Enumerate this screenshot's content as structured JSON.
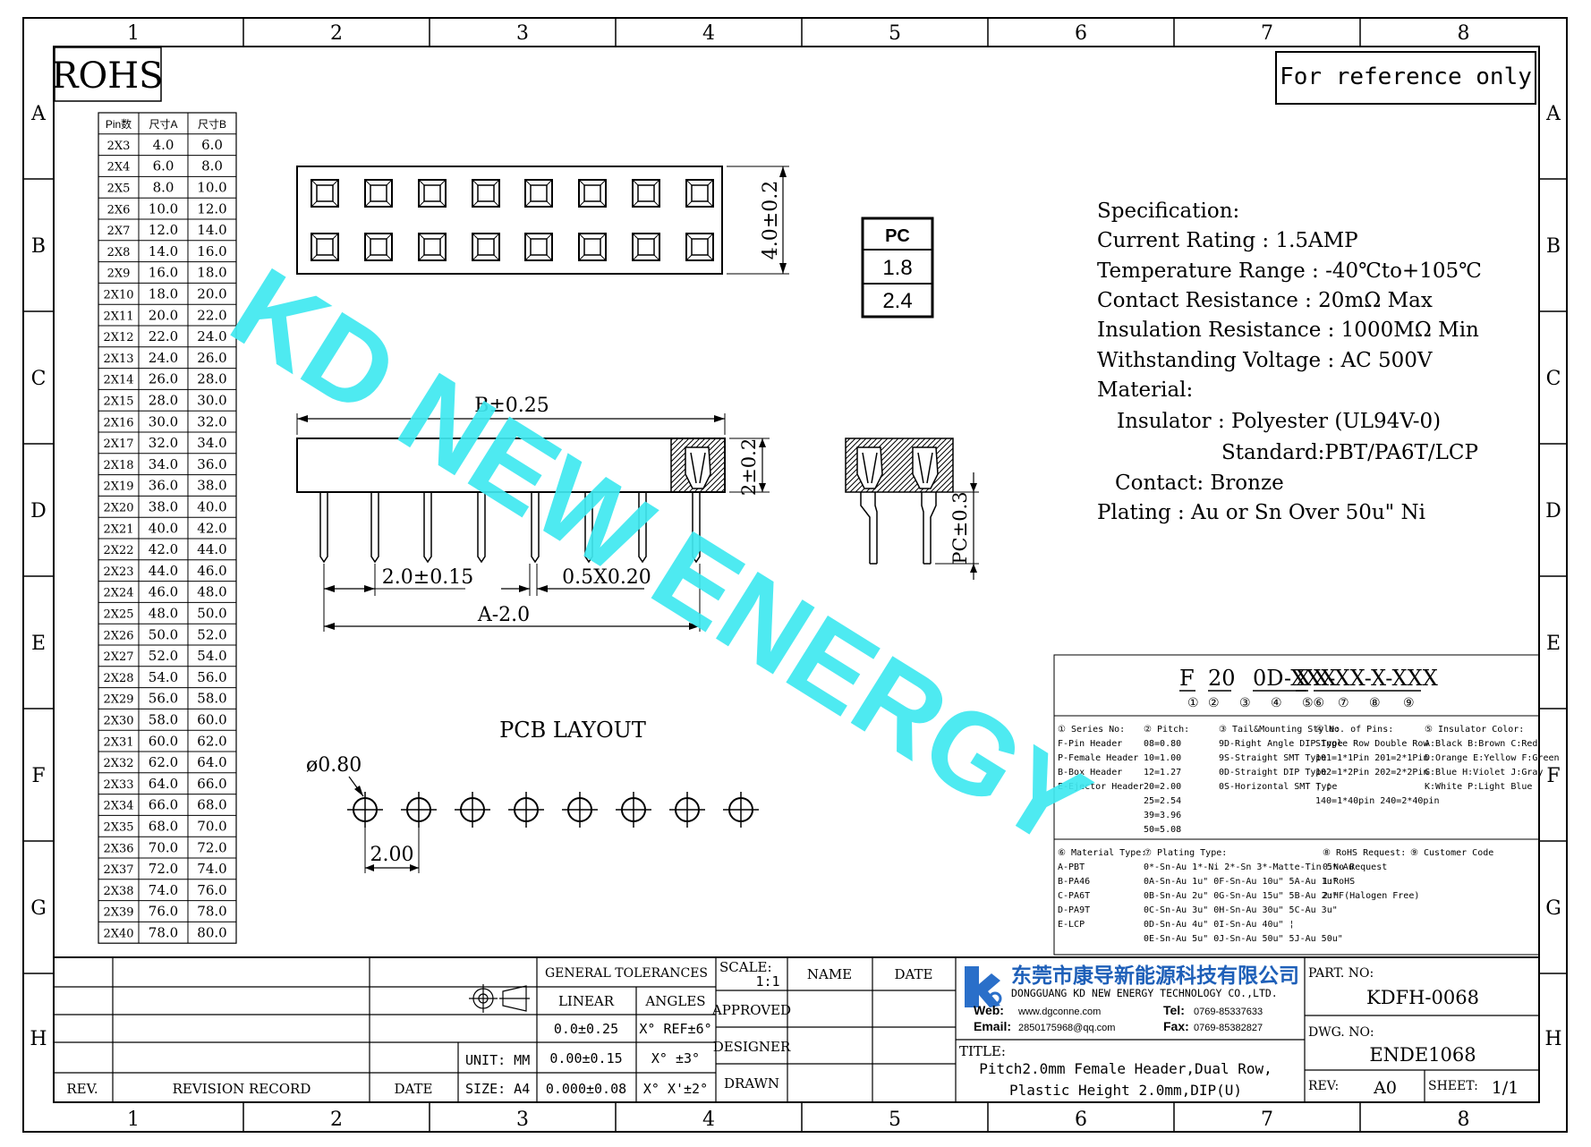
{
  "frame": {
    "columns": [
      "1",
      "2",
      "3",
      "4",
      "5",
      "6",
      "7",
      "8"
    ],
    "rows": [
      "A",
      "B",
      "C",
      "D",
      "E",
      "F",
      "G",
      "H"
    ]
  },
  "rohs_label": "ROHS",
  "reference_note": "For reference only",
  "watermark": "KD NEW ENERGY",
  "dim_table": {
    "headers": [
      "Pin数",
      "尺寸A",
      "尺寸B"
    ],
    "rows": [
      [
        "2X3",
        "4.0",
        "6.0"
      ],
      [
        "2X4",
        "6.0",
        "8.0"
      ],
      [
        "2X5",
        "8.0",
        "10.0"
      ],
      [
        "2X6",
        "10.0",
        "12.0"
      ],
      [
        "2X7",
        "12.0",
        "14.0"
      ],
      [
        "2X8",
        "14.0",
        "16.0"
      ],
      [
        "2X9",
        "16.0",
        "18.0"
      ],
      [
        "2X10",
        "18.0",
        "20.0"
      ],
      [
        "2X11",
        "20.0",
        "22.0"
      ],
      [
        "2X12",
        "22.0",
        "24.0"
      ],
      [
        "2X13",
        "24.0",
        "26.0"
      ],
      [
        "2X14",
        "26.0",
        "28.0"
      ],
      [
        "2X15",
        "28.0",
        "30.0"
      ],
      [
        "2X16",
        "30.0",
        "32.0"
      ],
      [
        "2X17",
        "32.0",
        "34.0"
      ],
      [
        "2X18",
        "34.0",
        "36.0"
      ],
      [
        "2X19",
        "36.0",
        "38.0"
      ],
      [
        "2X20",
        "38.0",
        "40.0"
      ],
      [
        "2X21",
        "40.0",
        "42.0"
      ],
      [
        "2X22",
        "42.0",
        "44.0"
      ],
      [
        "2X23",
        "44.0",
        "46.0"
      ],
      [
        "2X24",
        "46.0",
        "48.0"
      ],
      [
        "2X25",
        "48.0",
        "50.0"
      ],
      [
        "2X26",
        "50.0",
        "52.0"
      ],
      [
        "2X27",
        "52.0",
        "54.0"
      ],
      [
        "2X28",
        "54.0",
        "56.0"
      ],
      [
        "2X29",
        "56.0",
        "58.0"
      ],
      [
        "2X30",
        "58.0",
        "60.0"
      ],
      [
        "2X31",
        "60.0",
        "62.0"
      ],
      [
        "2X32",
        "62.0",
        "64.0"
      ],
      [
        "2X33",
        "64.0",
        "66.0"
      ],
      [
        "2X34",
        "66.0",
        "68.0"
      ],
      [
        "2X35",
        "68.0",
        "70.0"
      ],
      [
        "2X36",
        "70.0",
        "72.0"
      ],
      [
        "2X37",
        "72.0",
        "74.0"
      ],
      [
        "2X38",
        "74.0",
        "76.0"
      ],
      [
        "2X39",
        "76.0",
        "78.0"
      ],
      [
        "2X40",
        "78.0",
        "80.0"
      ]
    ]
  },
  "dims": {
    "width_top": "4.0±0.2",
    "b_dim": "B±0.25",
    "height_side": "2±0.2",
    "pitch": "2.0±0.15",
    "pin": "0.5X0.20",
    "a_dim": "A-2.0",
    "pc_dim": "PC±0.3",
    "hole": "ø0.80",
    "layout_pitch": "2.00"
  },
  "pc_table": {
    "header": "PC",
    "values": [
      "1.8",
      "2.4"
    ]
  },
  "pcb_layout_label": "PCB LAYOUT",
  "spec": {
    "title": "Specification:",
    "lines": [
      "Current Rating : 1.5AMP",
      "Temperature Range : -40℃to+105℃",
      "Contact Resistance : 20mΩ Max",
      "Insulation Resistance : 1000MΩ Min",
      "Withstanding Voltage : AC 500V",
      "Material:",
      "Insulator : Polyester (UL94V-0)",
      "Standard:PBT/PA6T/LCP",
      "Contact: Bronze",
      "Plating : Au or Sn Over 50u\" Ni"
    ]
  },
  "part_code": {
    "segments": [
      "F",
      "20",
      "0D-XXX",
      "X",
      "X-XX-X-XXX"
    ],
    "numbers": [
      "①",
      "②",
      "③",
      "④",
      "⑤⑥",
      "⑦",
      "⑧",
      "⑨"
    ],
    "legend_top": [
      "① Series No:\nF-Pin Header\nP-Female Header\nB-Box Header\nE-Ejector Header",
      "② Pitch:\n08=0.80\n10=1.00\n12=1.27\n20=2.00\n25=2.54\n39=3.96\n50=5.08",
      "③ Tail&Mounting Style:\n9D-Right Angle DIP Type\n9S-Straight SMT Type\n0D-Straight DIP Type\n0S-Horizontal SMT Type",
      "④ No. of Pins:\nSingle Row   Double Row\n101=1*1Pin   201=2*1Pin\n102=1*2Pin   202=2*2Pin\n  ¦    ¦\n140=1*40pin  240=2*40pin",
      "⑤ Insulator Color:\nA:Black  B:Brown  C:Red\nD:Orange E:Yellow F:Green\nG:Blue   H:Violet J:Gray\nK:White  P:Light Blue"
    ],
    "legend_bottom": [
      "⑥ Material Type:\nA-PBT\nB-PA46\nC-PA6T\nD-PA9T\nE-LCP",
      "⑦ Plating Type:\n0*-Sn-Au 1*-Ni 2*-Sn 3*-Matte-Tin 5*-Au\n0A-Sn-Au 1u\" 0F-Sn-Au 10u\"  5A-Au 1u\"\n0B-Sn-Au 2u\" 0G-Sn-Au 15u\"  5B-Au 2u\"\n0C-Sn-Au 3u\" 0H-Sn-Au 30u\"  5C-Au 3u\"\n0D-Sn-Au 4u\" 0I-Sn-Au 40u\"   ¦\n0E-Sn-Au 5u\" 0J-Sn-Au 50u\"  5J-Au 50u\"",
      "⑧ RoHS Request:\n0:No Request\n1:RoHS\n2:HF(Halogen Free)",
      "⑨ Customer Code"
    ]
  },
  "title_block": {
    "rev": "REV.",
    "revision_record": "REVISION RECORD",
    "date": "DATE",
    "general_tolerances": "GENERAL TOLERANCES",
    "linear": "LINEAR",
    "angles": "ANGLES",
    "lin_vals": [
      "0.0±0.25",
      "0.00±0.15",
      "0.000±0.08"
    ],
    "ang_vals": [
      "X° REF±6°",
      "X° ±3°",
      "X° X'±2°"
    ],
    "unit": "UNIT: MM",
    "size": "SIZE: A4",
    "scale": "SCALE:",
    "scale_val": "1:1",
    "name": "NAME",
    "date2": "DATE",
    "approved": "APPROVED",
    "designer": "DESIGNER",
    "drawn": "DRAWN",
    "company_cn": "东莞市康导新能源科技有限公司",
    "company_en": "DONGGUANG KD NEW ENERGY TECHNOLOGY CO.,LTD.",
    "web_label": "Web:",
    "web": "www.dgconne.com",
    "email_label": "Email:",
    "email": "2850175968@qq.com",
    "tel_label": "Tel:",
    "tel": "0769-85337633",
    "fax_label": "Fax:",
    "fax": "0769-85382827",
    "title_label": "TITLE:",
    "title_1": "Pitch2.0mm Female Header,Dual Row,",
    "title_2": "Plastic Height 2.0mm,DIP(U)",
    "part_no_label": "PART. NO:",
    "part_no": "KDFH-0068",
    "dwg_no_label": "DWG. NO:",
    "dwg_no": "ENDE1068",
    "rev_label": "REV:",
    "rev_val": "A0",
    "sheet_label": "SHEET:",
    "sheet_val": "1/1"
  },
  "colors": {
    "watermark": "#3FE8F0",
    "logo": "#2A6FC9",
    "company": "#1E5FB8"
  }
}
